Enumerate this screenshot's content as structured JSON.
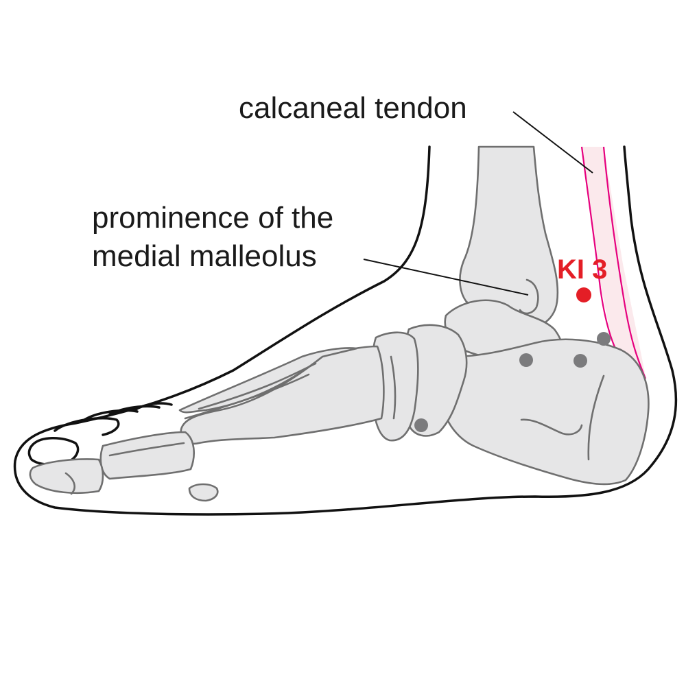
{
  "labels": {
    "tendon": "calcaneal tendon",
    "malleolus_line1": "prominence of the",
    "malleolus_line2": "medial malleolus",
    "point": "KI 3"
  },
  "colors": {
    "point": "#e41e26",
    "tendon_line": "#e6007e",
    "tendon_fill": "#fbe9ec",
    "bone_fill": "#e6e6e7",
    "bone_stroke": "#6f6f6f",
    "landmark_dot": "#7b7b7d"
  }
}
